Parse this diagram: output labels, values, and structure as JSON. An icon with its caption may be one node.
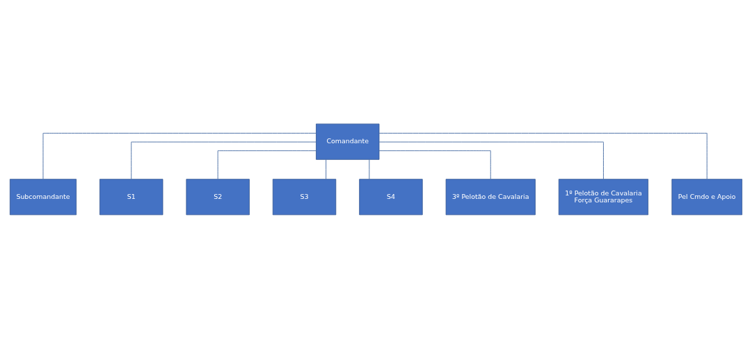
{
  "diagram": {
    "nodes": [
      {
        "text": [
          "Comandante"
        ]
      },
      {
        "text": [
          "Subcomandante"
        ]
      },
      {
        "text": [
          "S1"
        ]
      },
      {
        "text": [
          "S2"
        ]
      },
      {
        "text": [
          "S3"
        ]
      },
      {
        "text": [
          "S4"
        ]
      },
      {
        "text": [
          "3º Pelotão de Cavalaria"
        ]
      },
      {
        "text": [
          "1º Pelotão de Cavalaria",
          "Força Guararapes"
        ]
      },
      {
        "text": [
          "Pel Cmdo e Apoio"
        ]
      }
    ],
    "edges": [
      {
        "from": 0,
        "to": 1,
        "arrow": "none"
      },
      {
        "from": 0,
        "to": 2,
        "arrow": "none"
      },
      {
        "from": 0,
        "to": 3,
        "arrow": "none"
      },
      {
        "from": 0,
        "to": 4,
        "arrow": "none"
      },
      {
        "from": 0,
        "to": 5,
        "arrow": "none"
      },
      {
        "from": 0,
        "to": 6,
        "arrow": "none"
      },
      {
        "from": 0,
        "to": 7,
        "arrow": "none"
      },
      {
        "from": 0,
        "to": 8,
        "arrow": "none"
      }
    ]
  }
}
